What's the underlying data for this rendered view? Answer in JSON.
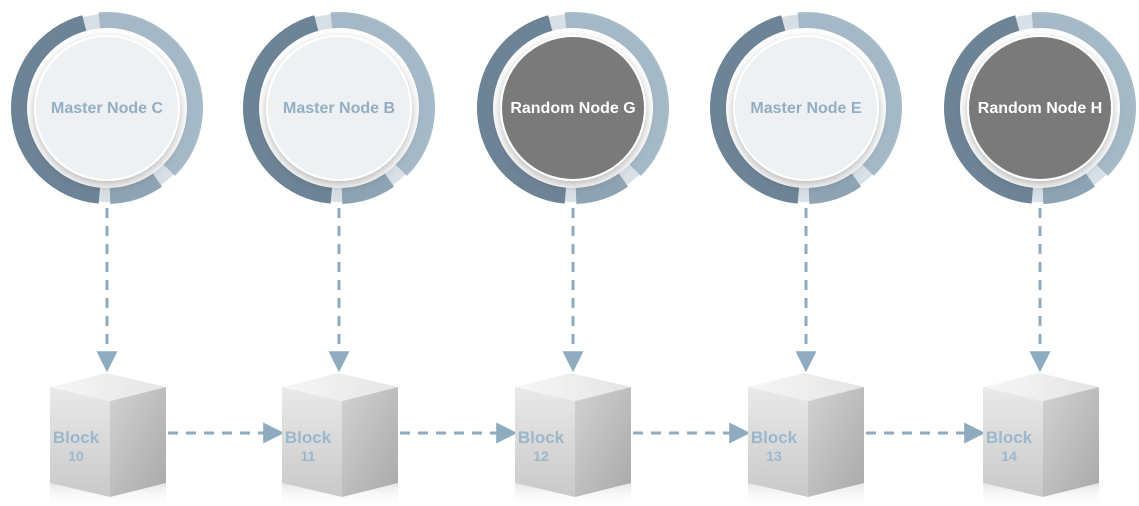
{
  "colors": {
    "ring_dark": "#6d8396",
    "ring_light": "#9fb4c3",
    "master_fill": "#eef1f3",
    "master_text": "#93aec2",
    "random_fill": "#7a7a7a",
    "random_text": "#ffffff",
    "arrow": "#8fabc0",
    "block_label": "#9bb7cc"
  },
  "nodes": [
    {
      "label": "Master Node C",
      "kind": "master"
    },
    {
      "label": "Master Node B",
      "kind": "master"
    },
    {
      "label": "Random Node G",
      "kind": "random"
    },
    {
      "label": "Master Node E",
      "kind": "master"
    },
    {
      "label": "Random Node H",
      "kind": "random"
    }
  ],
  "blocks": [
    {
      "word": "Block",
      "number": "10"
    },
    {
      "word": "Block",
      "number": "11"
    },
    {
      "word": "Block",
      "number": "12"
    },
    {
      "word": "Block",
      "number": "13"
    },
    {
      "word": "Block",
      "number": "14"
    }
  ]
}
